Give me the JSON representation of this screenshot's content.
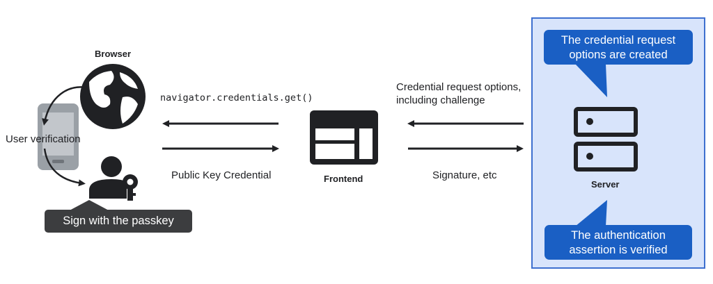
{
  "browser": {
    "title": "Browser",
    "user_verification": "User verification",
    "sign_label": "Sign with the passkey"
  },
  "arrows_left": {
    "call": "navigator.credentials.get()",
    "return": "Public Key Credential"
  },
  "frontend": {
    "title": "Frontend"
  },
  "arrows_right": {
    "request_line1": "Credential request options,",
    "request_line2": "including challenge",
    "response": "Signature, etc"
  },
  "server": {
    "title": "Server",
    "callout_top_line1": "The credential request",
    "callout_top_line2": "options are created",
    "callout_bottom_line1": "The authentication",
    "callout_bottom_line2": "assertion is verified"
  },
  "colors": {
    "panel_bg": "#d8e4fb",
    "panel_border": "#3d6fcf",
    "callout_bg": "#1a5fc4",
    "dark": "#202124",
    "phone_gray": "#9aa0a6",
    "label_box": "#3c3d3f"
  },
  "icons": [
    "globe-icon",
    "phone-icon",
    "user-key-icon",
    "frontend-window-icon",
    "server-icon"
  ]
}
